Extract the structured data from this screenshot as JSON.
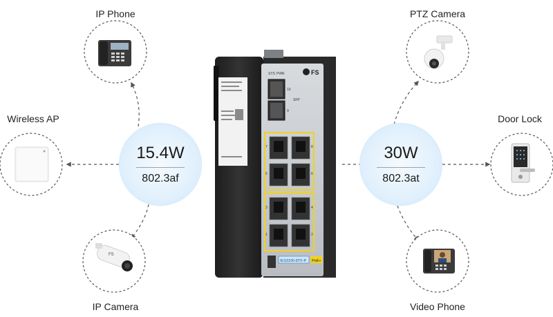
{
  "devices": [
    {
      "label": "IP Phone",
      "icon": "ip-phone-icon"
    },
    {
      "label": "Wireless AP",
      "icon": "wireless-ap-icon"
    },
    {
      "label": "IP Camera",
      "icon": "ip-camera-icon"
    },
    {
      "label": "PTZ Camera",
      "icon": "ptz-camera-icon"
    },
    {
      "label": "Door Lock",
      "icon": "door-lock-icon"
    },
    {
      "label": "Video Phone",
      "icon": "video-phone-icon"
    }
  ],
  "hubs": {
    "left": {
      "power": "15.4W",
      "standard": "802.3af"
    },
    "right": {
      "power": "30W",
      "standard": "802.3at"
    }
  },
  "switch": {
    "brand": "FS",
    "model": "IES3100-8TF-P",
    "poe_badge": "PoE+",
    "led_labels": [
      "SYS",
      "PWR"
    ],
    "sfp_label": "SFP",
    "sfp_ports": [
      "10",
      "9"
    ],
    "port_numbers": [
      "7",
      "8",
      "5",
      "6",
      "3",
      "4",
      "1",
      "2"
    ]
  },
  "colors": {
    "hub_fill": "#e3f1fc",
    "switch_body": "#2b2b2b",
    "faceplate": "#c9ccd0",
    "port_highlight": "#f2d21b",
    "connector": "#555555"
  }
}
